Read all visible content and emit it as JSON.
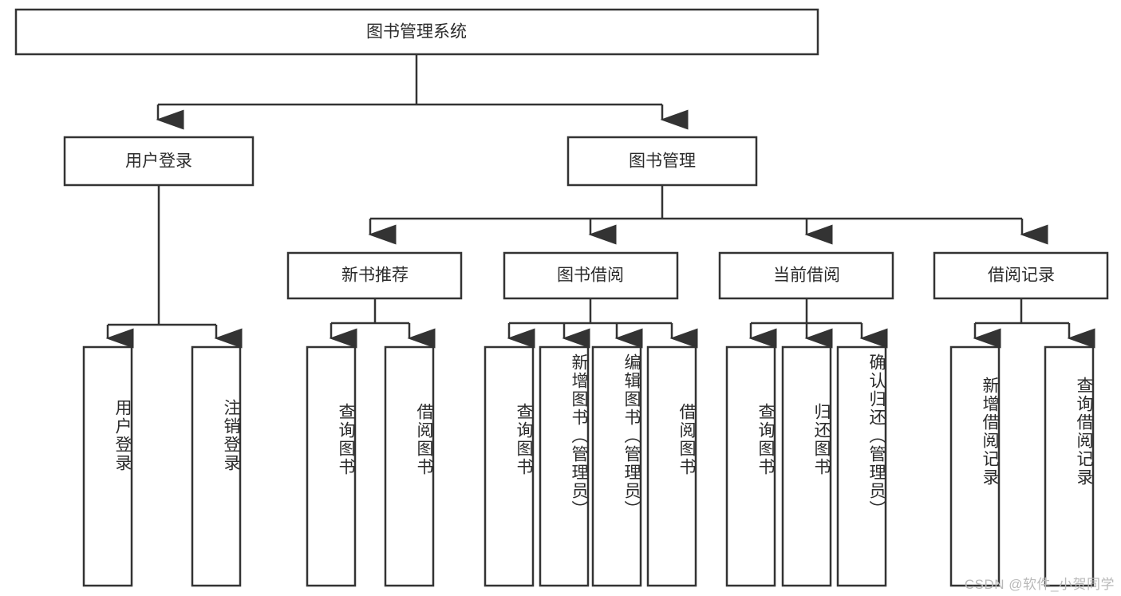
{
  "diagram": {
    "type": "hierarchy-tree",
    "title": "图书管理系统",
    "watermark": "CSDN @软件_小贺同学",
    "colors": {
      "box_stroke": "#333333",
      "box_fill": "#ffffff",
      "text": "#2b2b2b",
      "background": "#ffffff",
      "watermark": "#b9b9b9"
    },
    "levels": {
      "level0": [
        {
          "id": "root",
          "label": "图书管理系统",
          "orientation": "horizontal"
        }
      ],
      "level1": [
        {
          "id": "user_login",
          "label": "用户登录",
          "orientation": "horizontal"
        },
        {
          "id": "book_manage",
          "label": "图书管理",
          "orientation": "horizontal"
        }
      ],
      "level2": [
        {
          "id": "new_book_rec",
          "label": "新书推荐",
          "orientation": "horizontal"
        },
        {
          "id": "book_borrow",
          "label": "图书借阅",
          "orientation": "horizontal"
        },
        {
          "id": "current_borrow",
          "label": "当前借阅",
          "orientation": "horizontal"
        },
        {
          "id": "borrow_record",
          "label": "借阅记录",
          "orientation": "horizontal"
        }
      ],
      "level3": [
        {
          "id": "leaf_user_login",
          "label": "用户登录",
          "orientation": "vertical",
          "parent": "user_login"
        },
        {
          "id": "leaf_user_logout",
          "label": "注销登录",
          "orientation": "vertical",
          "parent": "user_login"
        },
        {
          "id": "leaf_query_book_1",
          "label": "查询图书",
          "orientation": "vertical",
          "parent": "new_book_rec"
        },
        {
          "id": "leaf_borrow_book_1",
          "label": "借阅图书",
          "orientation": "vertical",
          "parent": "new_book_rec"
        },
        {
          "id": "leaf_query_book_2",
          "label": "查询图书",
          "orientation": "vertical",
          "parent": "book_borrow"
        },
        {
          "id": "leaf_add_book",
          "label": "新增图书（管理员）",
          "orientation": "vertical",
          "parent": "book_borrow"
        },
        {
          "id": "leaf_edit_book",
          "label": "编辑图书（管理员）",
          "orientation": "vertical",
          "parent": "book_borrow"
        },
        {
          "id": "leaf_borrow_book_2",
          "label": "借阅图书",
          "orientation": "vertical",
          "parent": "book_borrow"
        },
        {
          "id": "leaf_query_book_3",
          "label": "查询图书",
          "orientation": "vertical",
          "parent": "current_borrow"
        },
        {
          "id": "leaf_return_book",
          "label": "归还图书",
          "orientation": "vertical",
          "parent": "current_borrow"
        },
        {
          "id": "leaf_confirm_return",
          "label": "确认归还（管理员）",
          "orientation": "vertical",
          "parent": "current_borrow"
        },
        {
          "id": "leaf_add_record",
          "label": "新增借阅记录",
          "orientation": "vertical",
          "parent": "borrow_record"
        },
        {
          "id": "leaf_query_record",
          "label": "查询借阅记录",
          "orientation": "vertical",
          "parent": "borrow_record"
        }
      ]
    }
  }
}
